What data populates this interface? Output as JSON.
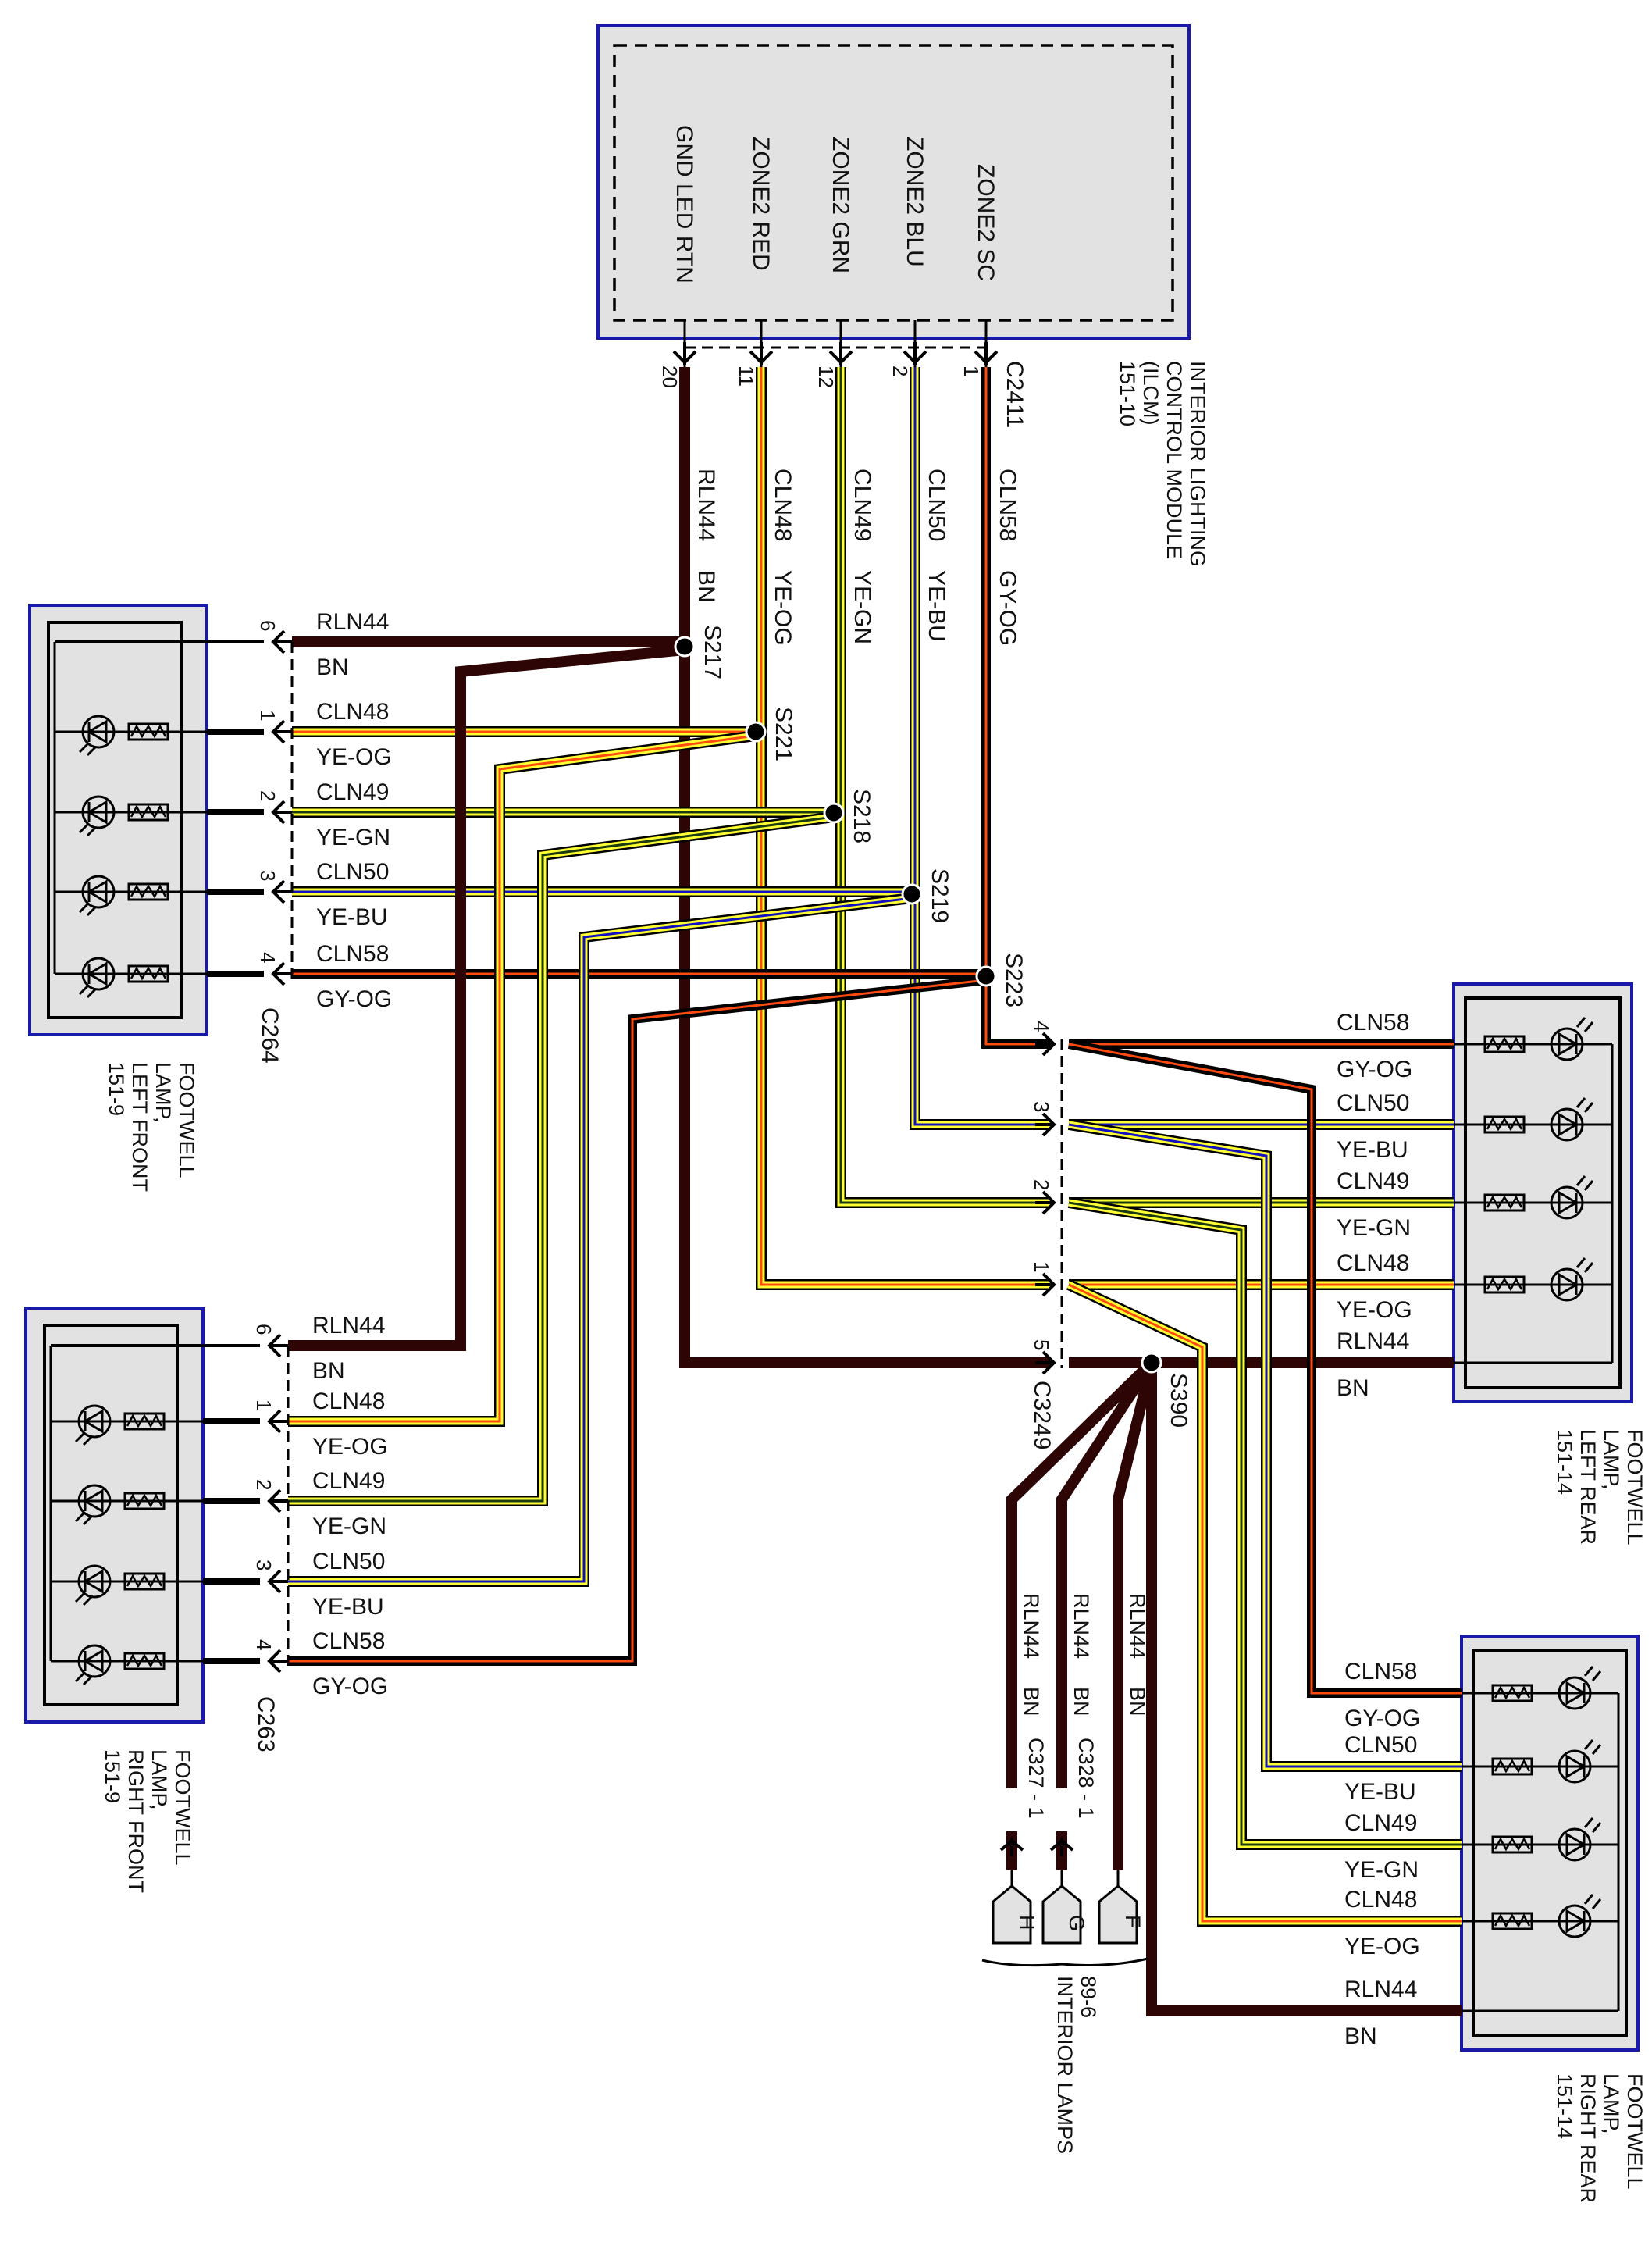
{
  "colors": {
    "box_border": "#1a1aaa",
    "box_fill": "#e2e2e2",
    "bn": "#2e0505",
    "yellow": "#ffff33",
    "orange": "#ff4a10",
    "green": "#1a3a10",
    "blue": "#1010c0",
    "black": "#000000"
  },
  "module": {
    "title_lines": [
      "INTERIOR LIGHTING",
      "CONTROL MODULE",
      "(ILCM)",
      "151-10"
    ],
    "connector": "C2411",
    "pins": [
      {
        "pin": "20",
        "function": "GND LED RTN",
        "circuit": "RLN44",
        "color": "BN"
      },
      {
        "pin": "11",
        "function": "ZONE2 RED",
        "circuit": "CLN48",
        "color": "YE-OG"
      },
      {
        "pin": "12",
        "function": "ZONE2 GRN",
        "circuit": "CLN49",
        "color": "YE-GN"
      },
      {
        "pin": "2",
        "function": "ZONE2 BLU",
        "circuit": "CLN50",
        "color": "YE-BU"
      },
      {
        "pin": "1",
        "function": "ZONE2 SC",
        "circuit": "CLN58",
        "color": "GY-OG"
      }
    ]
  },
  "splices": [
    "S217",
    "S221",
    "S218",
    "S219",
    "S223",
    "S390"
  ],
  "lamps": {
    "left_front": {
      "title_lines": [
        "FOOTWELL",
        "LAMP,",
        "LEFT FRONT",
        "151-9"
      ],
      "connector": "C264",
      "wires": [
        {
          "pin": "6",
          "circuit": "RLN44",
          "color": "BN"
        },
        {
          "pin": "1",
          "circuit": "CLN48",
          "color": "YE-OG"
        },
        {
          "pin": "2",
          "circuit": "CLN49",
          "color": "YE-GN"
        },
        {
          "pin": "3",
          "circuit": "CLN50",
          "color": "YE-BU"
        },
        {
          "pin": "4",
          "circuit": "CLN58",
          "color": "GY-OG"
        }
      ]
    },
    "right_front": {
      "title_lines": [
        "FOOTWELL",
        "LAMP,",
        "RIGHT FRONT",
        "151-9"
      ],
      "connector": "C263",
      "wires": [
        {
          "pin": "6",
          "circuit": "RLN44",
          "color": "BN"
        },
        {
          "pin": "1",
          "circuit": "CLN48",
          "color": "YE-OG"
        },
        {
          "pin": "2",
          "circuit": "CLN49",
          "color": "YE-GN"
        },
        {
          "pin": "3",
          "circuit": "CLN50",
          "color": "YE-BU"
        },
        {
          "pin": "4",
          "circuit": "CLN58",
          "color": "GY-OG"
        }
      ]
    },
    "left_rear": {
      "title_lines": [
        "FOOTWELL",
        "LAMP,",
        "LEFT REAR",
        "151-14"
      ],
      "connector": "C3249",
      "wires": [
        {
          "pin": "4",
          "circuit": "CLN58",
          "color": "GY-OG"
        },
        {
          "pin": "3",
          "circuit": "CLN50",
          "color": "YE-BU"
        },
        {
          "pin": "2",
          "circuit": "CLN49",
          "color": "YE-GN"
        },
        {
          "pin": "1",
          "circuit": "CLN48",
          "color": "YE-OG"
        },
        {
          "pin": "5",
          "circuit": "RLN44",
          "color": "BN"
        }
      ]
    },
    "right_rear": {
      "title_lines": [
        "FOOTWELL",
        "LAMP,",
        "RIGHT REAR",
        "151-14"
      ],
      "wires": [
        {
          "circuit": "CLN58",
          "color": "GY-OG"
        },
        {
          "circuit": "CLN50",
          "color": "YE-BU"
        },
        {
          "circuit": "CLN49",
          "color": "YE-GN"
        },
        {
          "circuit": "CLN48",
          "color": "YE-OG"
        },
        {
          "circuit": "RLN44",
          "color": "BN"
        }
      ]
    }
  },
  "interior_lamps": {
    "title_lines": [
      "89-6",
      "INTERIOR LAMPS"
    ],
    "branches": [
      {
        "terminal": "H",
        "circuit": "RLN44",
        "color": "BN",
        "connector": "C327 - 1"
      },
      {
        "terminal": "G",
        "circuit": "RLN44",
        "color": "BN",
        "connector": "C328 - 1"
      },
      {
        "terminal": "F",
        "circuit": "RLN44",
        "color": "BN",
        "connector": ""
      }
    ]
  }
}
